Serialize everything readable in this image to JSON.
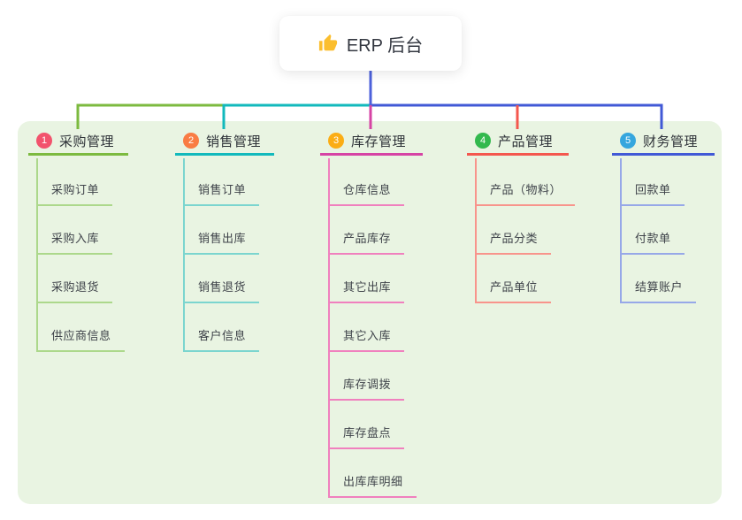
{
  "root": {
    "title": "ERP 后台",
    "icon": "thumbs-up-icon",
    "icon_color": "#FBBE2E",
    "connector_color": "#4C61DB"
  },
  "panel": {
    "background": "#E9F4E2"
  },
  "branches": [
    {
      "badge": "1",
      "label": "采购管理",
      "badge_color": "#F2536D",
      "line_color": "#7CBA3F",
      "child_line_color": "#ACD88B",
      "children": [
        "采购订单",
        "采购入库",
        "采购退货",
        "供应商信息"
      ]
    },
    {
      "badge": "2",
      "label": "销售管理",
      "badge_color": "#F97C44",
      "line_color": "#12B9BC",
      "child_line_color": "#7BD5CF",
      "children": [
        "销售订单",
        "销售出库",
        "销售退货",
        "客户信息"
      ]
    },
    {
      "badge": "3",
      "label": "库存管理",
      "badge_color": "#FBAD15",
      "line_color": "#D643A4",
      "child_line_color": "#F080BE",
      "children": [
        "仓库信息",
        "产品库存",
        "其它出库",
        "其它入库",
        "库存调拨",
        "库存盘点",
        "出库库明细"
      ]
    },
    {
      "badge": "4",
      "label": "产品管理",
      "badge_color": "#33B94E",
      "line_color": "#F4574E",
      "child_line_color": "#F8948C",
      "children": [
        "产品（物料）",
        "产品分类",
        "产品单位"
      ]
    },
    {
      "badge": "5",
      "label": "财务管理",
      "badge_color": "#35A6DE",
      "line_color": "#4159D6",
      "child_line_color": "#97A8E8",
      "children": [
        "回款单",
        "付款单",
        "结算账户"
      ]
    }
  ]
}
